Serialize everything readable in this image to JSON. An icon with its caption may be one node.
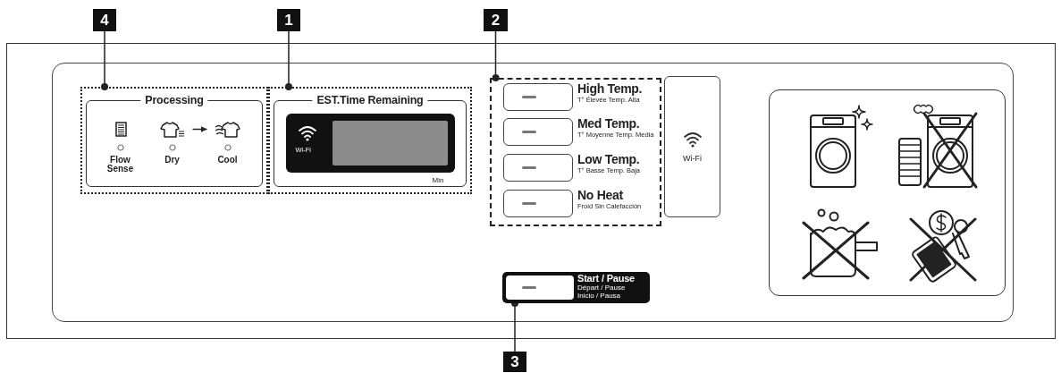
{
  "diagram": {
    "nodes": [
      {
        "text": [
          "4"
        ]
      },
      {
        "text": [
          "1"
        ]
      },
      {
        "text": [
          "2"
        ]
      },
      {
        "text": [],
        "shape": "box"
      },
      {
        "text": [
          "Processing"
        ],
        "in": 3
      },
      {
        "text": [
          "Flow Sense"
        ],
        "in": 4
      },
      {
        "text": [
          "Dry"
        ],
        "in": 4
      },
      {
        "text": [
          "Cool"
        ],
        "in": 4
      },
      {
        "text": [],
        "shape": "box"
      },
      {
        "text": [
          "EST.Time Remaining"
        ],
        "in": 8
      },
      {
        "text": [
          "Wi-Fi"
        ],
        "beside": [
          "Min"
        ],
        "in": 9
      },
      {
        "text": [],
        "shape": "box",
        "in": 10
      },
      {
        "text": [],
        "shape": "box"
      },
      {
        "text": [],
        "shape": "box",
        "beside": [
          "High Temp.",
          "T° Élevée Temp. Alta"
        ],
        "in": 12
      },
      {
        "text": [],
        "shape": "box",
        "beside": [
          "Med Temp.",
          "T° Moyenne Temp. Media"
        ],
        "in": 12
      },
      {
        "text": [],
        "shape": "box",
        "beside": [
          "Low Temp.",
          "T° Basse Temp. Baja"
        ],
        "in": 12
      },
      {
        "text": [],
        "shape": "box",
        "beside": [
          "No Heat",
          "Froid Sin Calefacción"
        ],
        "in": 12
      },
      {
        "text": [
          "Wi-Fi"
        ]
      },
      {
        "text": [
          "Start / Pause",
          "Départ / Pause",
          "Inicio / Pausa"
        ]
      },
      {
        "text": [
          "3"
        ]
      }
    ],
    "edges": [
      {
        "from": 0,
        "to": 3,
        "arrow": "other"
      },
      {
        "from": 1,
        "to": 8,
        "arrow": "other"
      },
      {
        "from": 2,
        "to": 12,
        "arrow": "other"
      },
      {
        "from": 6,
        "to": 7,
        "arrow": "to"
      },
      {
        "from": 19,
        "to": 18,
        "arrow": "other"
      }
    ]
  }
}
